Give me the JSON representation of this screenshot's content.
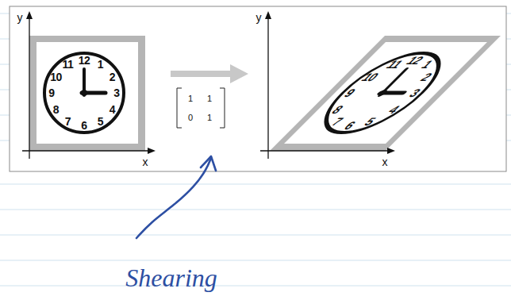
{
  "diagram": {
    "nodes": [
      {
        "text": [
          "12",
          "1",
          "2",
          "3",
          "4",
          "5",
          "6",
          "7",
          "8",
          "9",
          "10",
          "11"
        ]
      },
      {
        "text": [
          "12",
          "1",
          "2",
          "3",
          "4",
          "5",
          "6",
          "7",
          "8",
          "9",
          "10",
          "11"
        ]
      }
    ],
    "labels": [
      "y",
      "x",
      "1",
      "1",
      "0",
      "1",
      "y",
      "x",
      "Shearing"
    ]
  }
}
